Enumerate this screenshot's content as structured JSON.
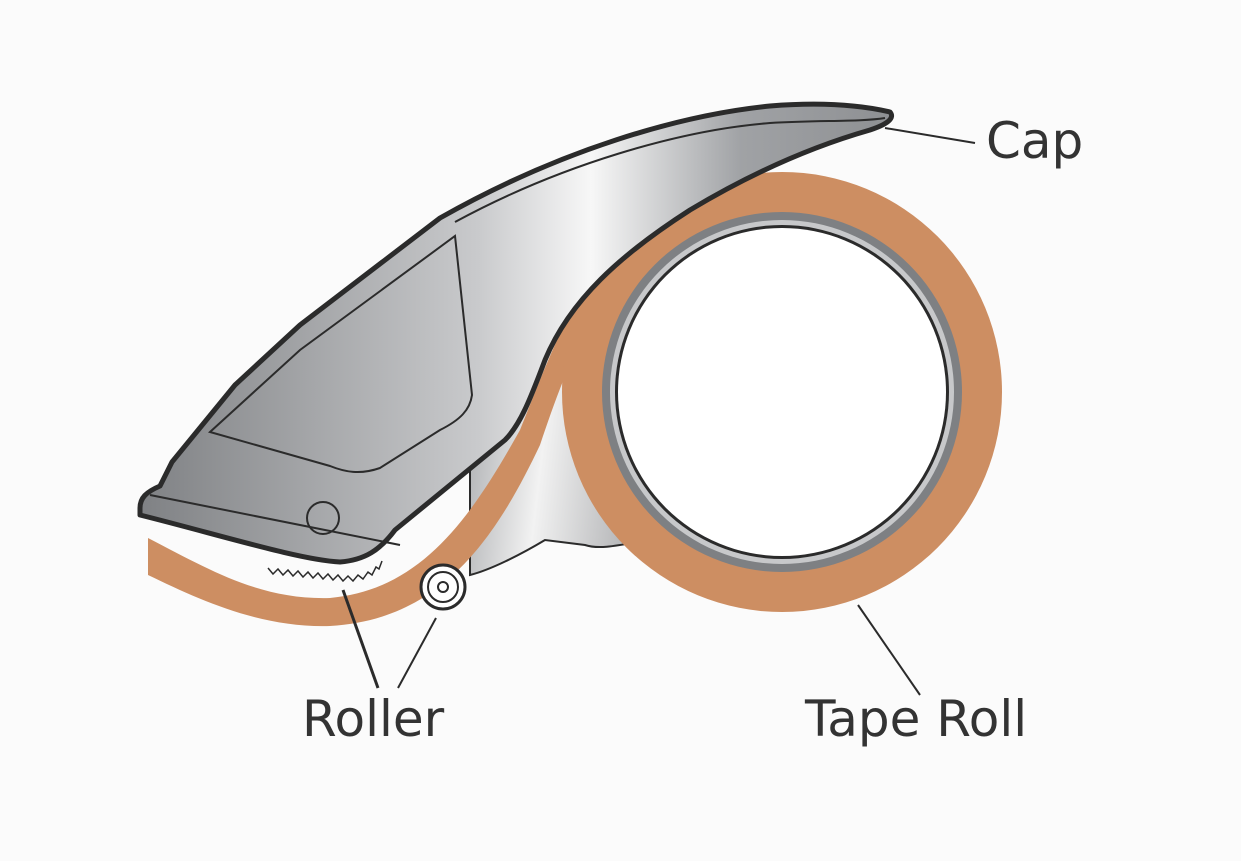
{
  "labels": {
    "cap": "Cap",
    "roller": "Roller",
    "tape_roll": "Tape Roll"
  },
  "colors": {
    "tape": "#cd8e62",
    "outline": "#2b2b2b",
    "body_dark": "#8e9093",
    "body_light": "#f4f4f4",
    "text": "#333333"
  }
}
